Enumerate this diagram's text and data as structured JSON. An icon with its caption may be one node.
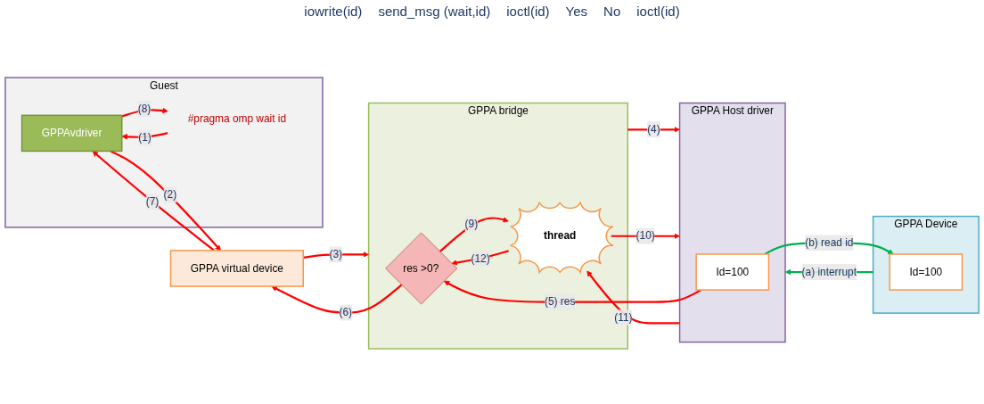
{
  "diagram": {
    "nodes": [
      {
        "text": [
          "Guest"
        ]
      },
      {
        "text": [
          "GPPAvdriver"
        ],
        "in": 0
      },
      {
        "text": [
          "#pragma omp wait id"
        ],
        "in": 0
      },
      {
        "text": [
          "GPPA virtual device"
        ]
      },
      {
        "text": [
          "GPPA bridge"
        ]
      },
      {
        "text": [
          "res >0?"
        ],
        "in": 4
      },
      {
        "text": [
          "thread"
        ],
        "in": 4
      },
      {
        "text": [
          "GPPA Host driver"
        ]
      },
      {
        "text": [
          "Id=100"
        ],
        "in": 7
      },
      {
        "text": [
          "GPPA Device"
        ]
      },
      {
        "text": [
          "Id=100"
        ],
        "in": 9
      }
    ],
    "edges": [
      {
        "from": 2,
        "to": 1,
        "arrow": "to",
        "label": "(1)"
      },
      {
        "from": 1,
        "to": 3,
        "arrow": "to",
        "label": "(2)"
      },
      {
        "from": 3,
        "to": 4,
        "arrow": "to",
        "label": "(3)"
      },
      {
        "from": 4,
        "to": 7,
        "arrow": "to",
        "label": "(4)"
      },
      {
        "from": 8,
        "to": 5,
        "arrow": "to",
        "label": "(5) res"
      },
      {
        "from": 5,
        "to": 3,
        "arrow": "to",
        "label": "(6)"
      },
      {
        "from": 3,
        "to": 1,
        "arrow": "to",
        "label": "(7)"
      },
      {
        "from": 1,
        "to": 2,
        "arrow": "to",
        "label": "(8)"
      },
      {
        "from": 5,
        "to": 6,
        "arrow": "to",
        "label": "(9)"
      },
      {
        "from": 6,
        "to": 7,
        "arrow": "to",
        "label": "(10)"
      },
      {
        "from": 7,
        "to": 6,
        "arrow": "to",
        "label": "(11)"
      },
      {
        "from": 6,
        "to": 5,
        "arrow": "to",
        "label": "(12)"
      },
      {
        "from": 9,
        "to": 7,
        "arrow": "to",
        "label": "(a) interrupt",
        "color": "#00b050"
      },
      {
        "from": 8,
        "to": 10,
        "arrow": "to",
        "label": "(b) read id",
        "color": "#00b050"
      }
    ],
    "labels": [
      "iowrite(id)",
      "send_msg (wait,id)",
      "ioctl(id)",
      "Yes",
      "No",
      "ioctl(id)"
    ]
  }
}
